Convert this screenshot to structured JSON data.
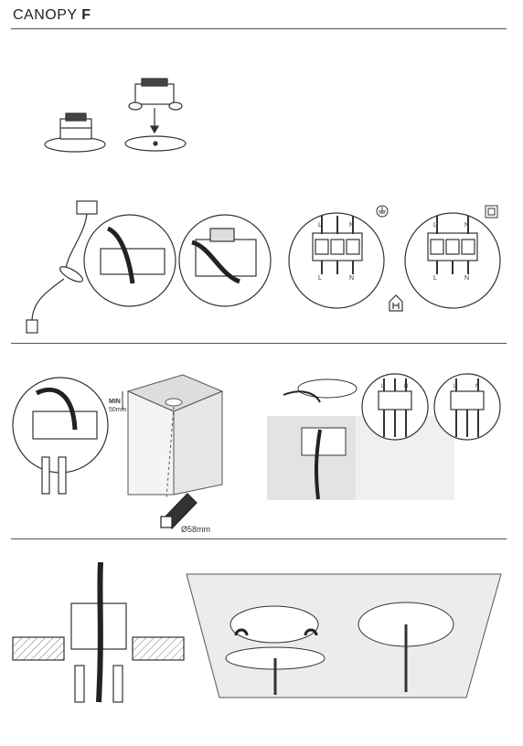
{
  "header": {
    "title_main": "CANOPY",
    "title_variant": "F"
  },
  "terminals": {
    "L": "L",
    "N": "N",
    "ground_symbol": "⏚"
  },
  "mounting": {
    "min_label": "MIN",
    "min_value": "50mm",
    "hole_diameter": "Ø58mm"
  },
  "icons": {
    "earth": "earth-ground-icon",
    "double_insulation": "double-insulation-icon",
    "house": "house-icon"
  },
  "colors": {
    "line": "#333333",
    "cable": "#222222",
    "surface_shade": "#e6e6e6"
  }
}
